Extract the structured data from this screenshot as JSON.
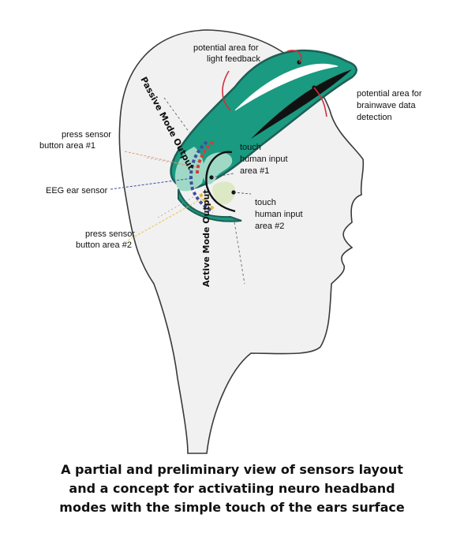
{
  "labels": {
    "light_feedback": [
      "potential area for",
      "light feedback"
    ],
    "brainwave": [
      "potential area for",
      "brainwave data",
      "detection"
    ],
    "press_sensor_1": [
      "press sensor",
      "button area #1"
    ],
    "eeg": "EEG ear sensor",
    "press_sensor_2": [
      "press sensor",
      "button area #2"
    ],
    "touch_1": [
      "touch",
      "human input",
      "area #1"
    ],
    "touch_2": [
      "touch",
      "human input",
      "area #2"
    ],
    "passive_mode": "Passive Mode Output",
    "active_mode": "Active Mode Output"
  },
  "caption": [
    "A partial and preliminary view of sensors layout",
    "and a concept for activatiing  neuro headband",
    "modes with the simple touch of the ears surface"
  ],
  "colors": {
    "headband": "#1a9a80",
    "headband_outline": "#1f5f55",
    "light_band": "#2fb395",
    "ear_pad": "#9fd9c6",
    "touch_area_2": "#dce9c4",
    "head_fill": "#f1f1f2",
    "red_leader": "#d0303a",
    "sensor_red": "#d93a3a",
    "sensor_blue": "#3f4fa0",
    "sensor_yellow": "#e6b82e"
  }
}
